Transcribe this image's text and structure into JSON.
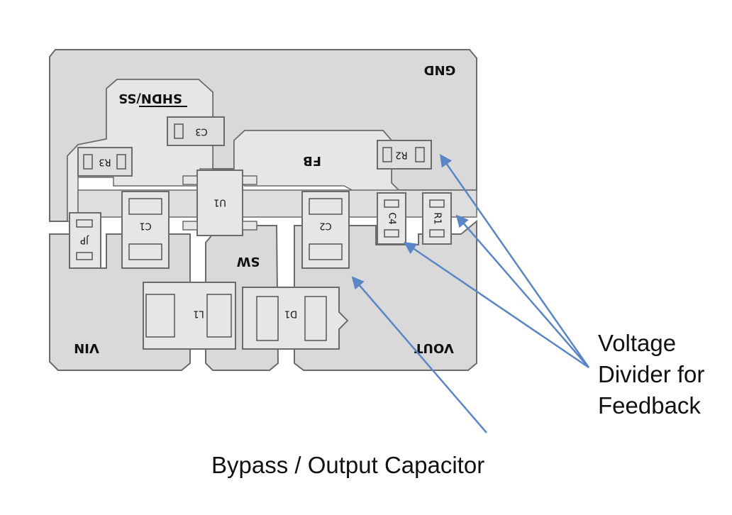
{
  "board": {
    "pads": {
      "gnd": "GND",
      "shdn": "SHDN/SS",
      "fb": "FB",
      "sw": "SW",
      "vin": "VIN",
      "vout": "VOUT"
    },
    "components": {
      "c1": "C1",
      "c2": "C2",
      "c3": "C3",
      "c4": "C4",
      "r1": "R1",
      "r2": "R2",
      "r3": "R3",
      "u1": "U1",
      "l1": "L1",
      "d1": "D1",
      "jp": "JP"
    },
    "colors": {
      "copper": "#d9d9d9",
      "outline": "#6b6b6b",
      "arrow": "#5b86c5"
    }
  },
  "annotations": {
    "voltage_divider": [
      "Voltage",
      "Divider for",
      "Feedback"
    ],
    "bypass_capacitor": "Bypass / Output Capacitor"
  }
}
